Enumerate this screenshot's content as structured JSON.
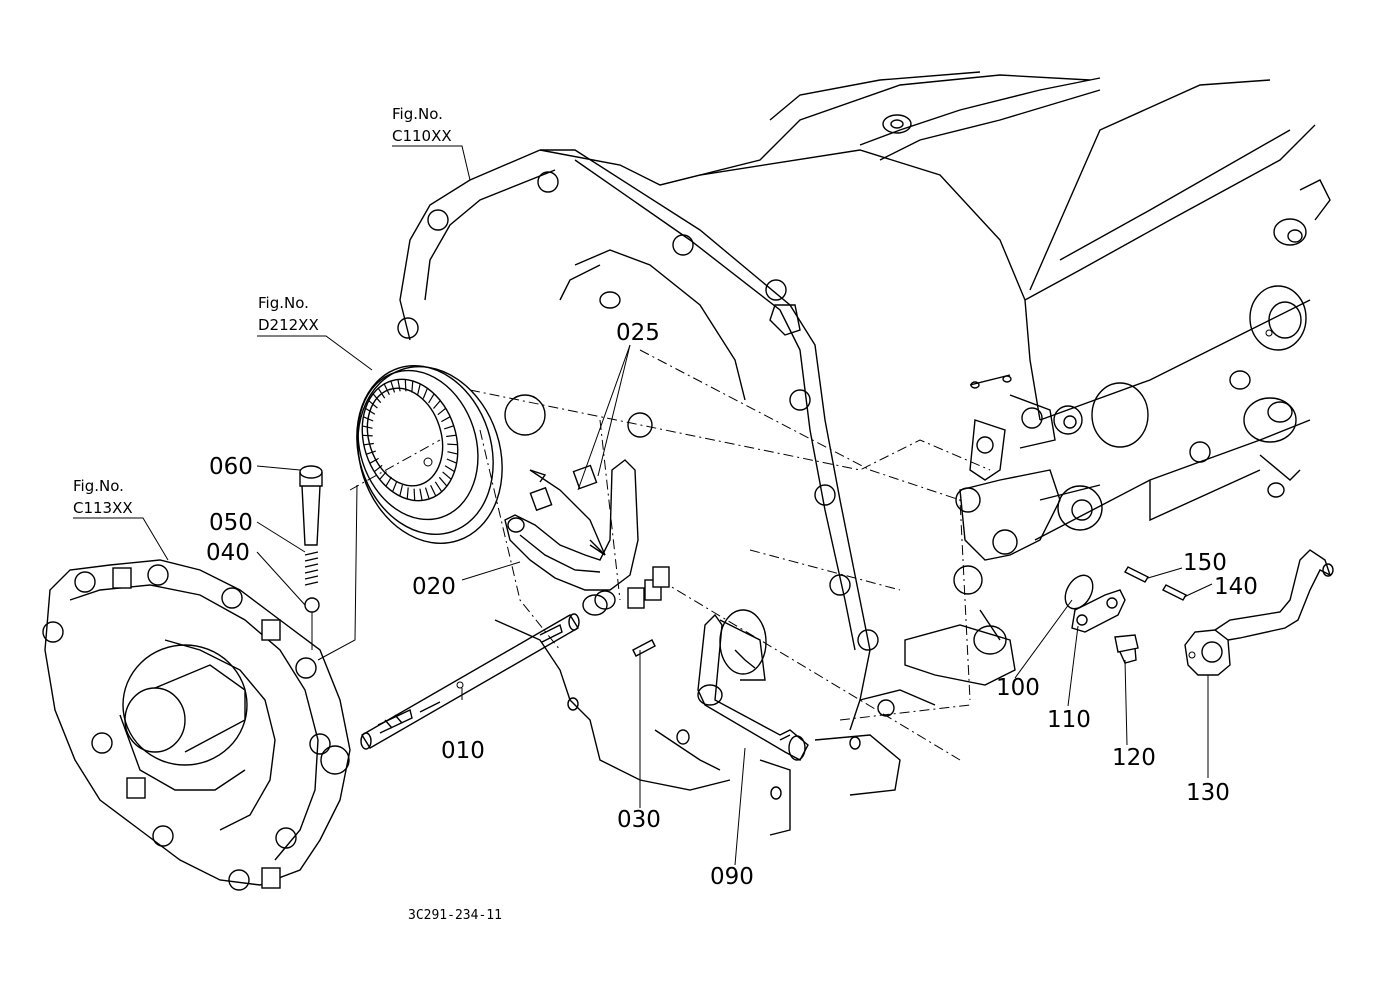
{
  "figure_refs": [
    {
      "fig_label": "Fig.No.",
      "code": "C110XX"
    },
    {
      "fig_label": "Fig.No.",
      "code": "D212XX"
    },
    {
      "fig_label": "Fig.No.",
      "code": "C113XX"
    }
  ],
  "part_labels": [
    "025",
    "060",
    "050",
    "040",
    "020",
    "010",
    "030",
    "090",
    "150",
    "140",
    "100",
    "110",
    "120",
    "130"
  ],
  "drawing_code": "3C291-234-11"
}
